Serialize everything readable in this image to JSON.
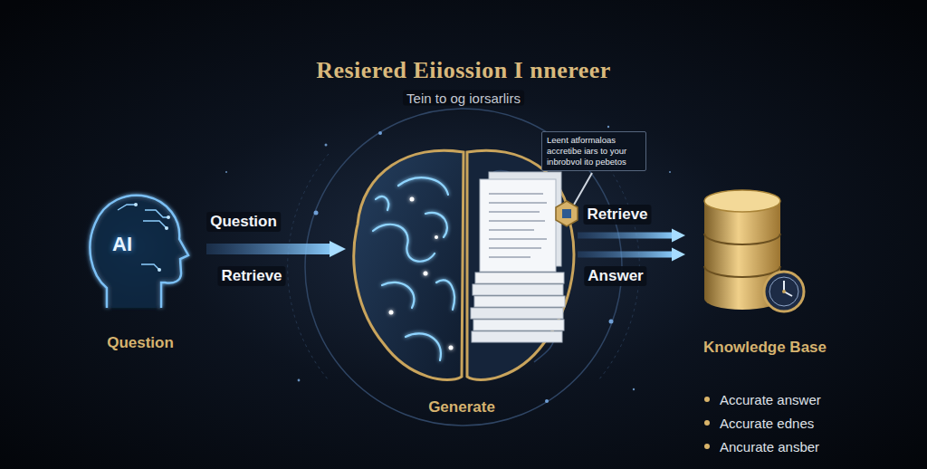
{
  "diagram": {
    "title": "Resiered Eiiossion I nnereer",
    "nodes": [
      {
        "text": [
          "AI",
          "Question"
        ]
      },
      {
        "text": [
          "Generate"
        ]
      },
      {
        "text": [
          "Knowledge Base"
        ]
      }
    ],
    "edges": [
      {
        "from": 0,
        "to": 1,
        "arrow": "to",
        "label": "Question"
      },
      {
        "from": 1,
        "to": 2,
        "arrow": "to",
        "label": "Retrieve"
      },
      {
        "from": 1,
        "to": 2,
        "arrow": "to",
        "label": "Answer"
      }
    ],
    "labels": [
      "Tein to og iorsarlirs",
      "Leent atformaloas accretibe iars to your inbrobvol ito pebetos",
      "Retrieve",
      "Accurate answer",
      "Accurate ednes",
      "Ancurate ansber"
    ]
  }
}
